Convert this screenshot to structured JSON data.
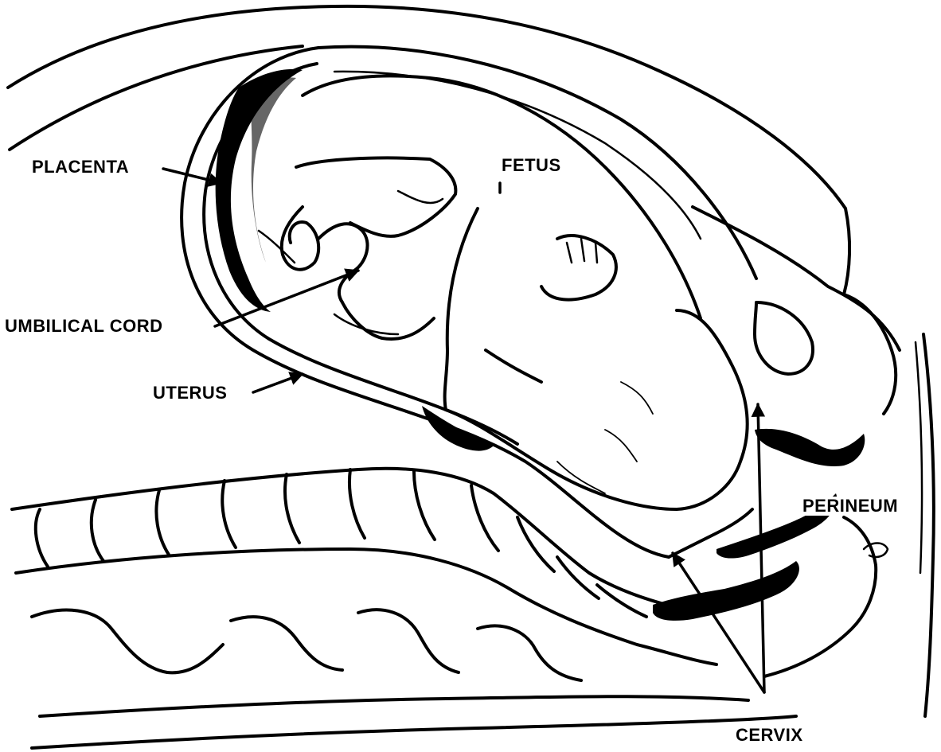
{
  "labels": {
    "placenta": "PLACENTA",
    "fetus": "FETUS",
    "umbilical_cord": "UMBILICAL CORD",
    "uterus": "UTERUS",
    "perineum": "PERINEUM",
    "cervix": "CERVIX"
  }
}
